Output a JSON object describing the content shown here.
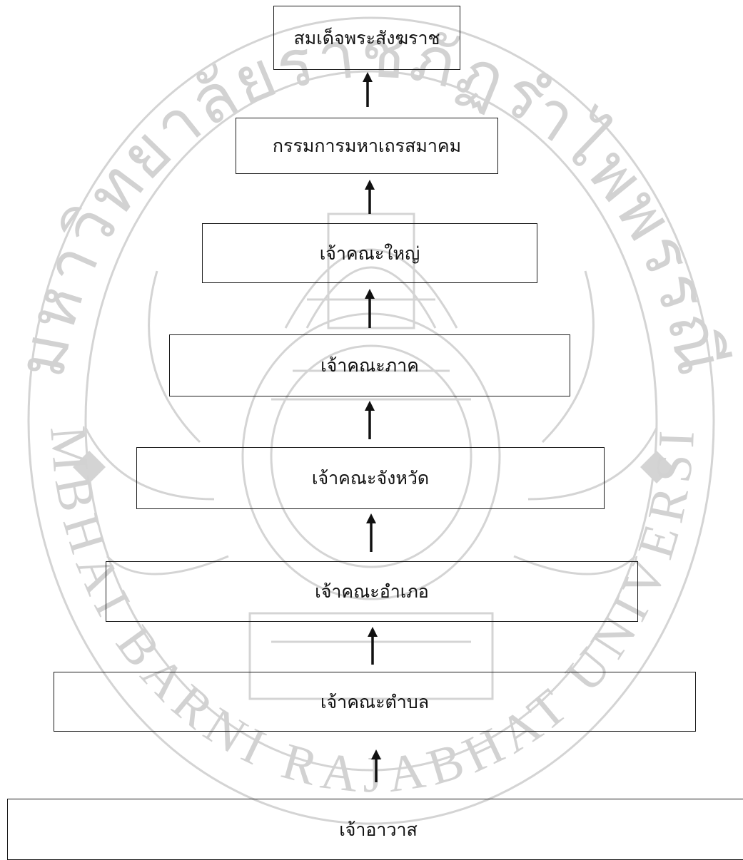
{
  "hierarchy": {
    "levels": [
      {
        "label": "สมเด็จพระสังฆราช"
      },
      {
        "label": "กรรมการมหาเถรสมาคม"
      },
      {
        "label": "เจ้าคณะใหญ่"
      },
      {
        "label": "เจ้าคณะภาค"
      },
      {
        "label": "เจ้าคณะจังหวัด"
      },
      {
        "label": "เจ้าคณะอำเภอ"
      },
      {
        "label": "เจ้าคณะตำบล"
      },
      {
        "label": "เจ้าอาวาส"
      }
    ]
  },
  "watermark": {
    "top_text": "มหาวิทยาลัยราชภัฏรำไพพรรณี",
    "bottom_text": "RAMBHAI BARNI RAJABHAT UNIVERSITY",
    "color": "#cfcfcf"
  }
}
